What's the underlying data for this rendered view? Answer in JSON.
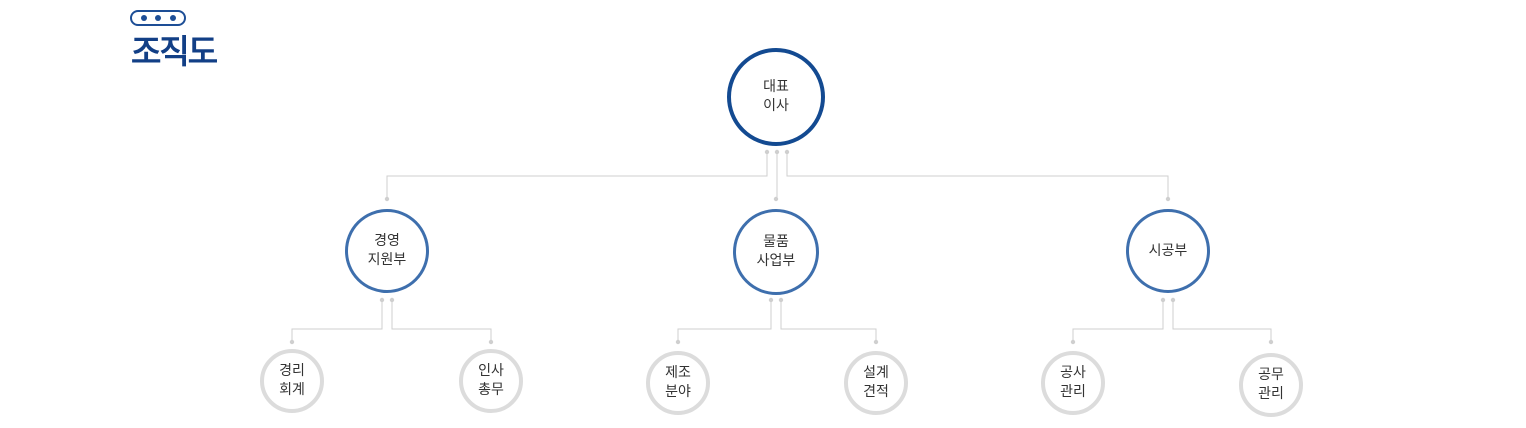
{
  "header": {
    "title": "조직도"
  },
  "colors": {
    "top_border": "#134a91",
    "dept_border": "#3e6fad",
    "team_border": "#dcdcdc",
    "connector": "#cfcfcf",
    "title": "#123f86"
  },
  "org": {
    "root": {
      "id": "ceo",
      "lines": [
        "대표",
        "이사"
      ]
    },
    "departments": [
      {
        "id": "management",
        "lines": [
          "경영",
          "지원부"
        ],
        "teams": [
          {
            "id": "accounting",
            "lines": [
              "경리",
              "회계"
            ]
          },
          {
            "id": "hr",
            "lines": [
              "인사",
              "총무"
            ]
          }
        ]
      },
      {
        "id": "logistics",
        "lines": [
          "물품",
          "사업부"
        ],
        "teams": [
          {
            "id": "manufacturing",
            "lines": [
              "제조",
              "분야"
            ]
          },
          {
            "id": "design",
            "lines": [
              "설계",
              "견적"
            ]
          }
        ]
      },
      {
        "id": "construction",
        "lines": [
          "시공부"
        ],
        "teams": [
          {
            "id": "construction-mgmt",
            "lines": [
              "공사",
              "관리"
            ]
          },
          {
            "id": "works",
            "lines": [
              "공무",
              "관리"
            ]
          }
        ]
      }
    ]
  }
}
